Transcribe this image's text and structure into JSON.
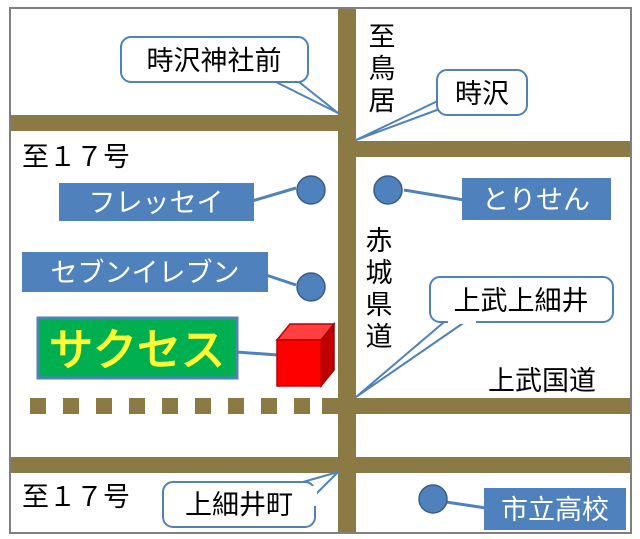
{
  "map": {
    "colors": {
      "background": "#ffffff",
      "frame": "#7f7f7f",
      "road": "#8c7a45",
      "blue_label": "#4f81bd",
      "landmark_dot": "#4f81bd",
      "callout_border": "#4f81bd",
      "sakusesu_bg": "#00b050",
      "sakusesu_text": "#ffff33",
      "building_front": "#ff0000",
      "building_top": "#ff4040",
      "building_side": "#c00000"
    },
    "labels": {
      "tokisawa_jinja_mae": "時沢神社前",
      "to_torii_1": "至",
      "to_torii_2": "鳥",
      "to_torii_3": "居",
      "tokisawa": "時沢",
      "to_17_north": "至１７号",
      "fressei": "フレッセイ",
      "torisen": "とりせん",
      "akagi_1": "赤",
      "akagi_2": "城",
      "akagi_3": "県",
      "akagi_4": "道",
      "seven_eleven": "セブンイレブン",
      "kamitake_kamihosoi": "上武上細井",
      "sakusesu": "サクセス",
      "jobu_kokudo": "上武国道",
      "to_17_south": "至１７号",
      "kamihosoi_machi": "上細井町",
      "shiritsu_koukou": "市立高校"
    },
    "icons": {
      "landmark_marker": "circle-marker-icon",
      "destination": "red-cube-building-icon"
    }
  }
}
